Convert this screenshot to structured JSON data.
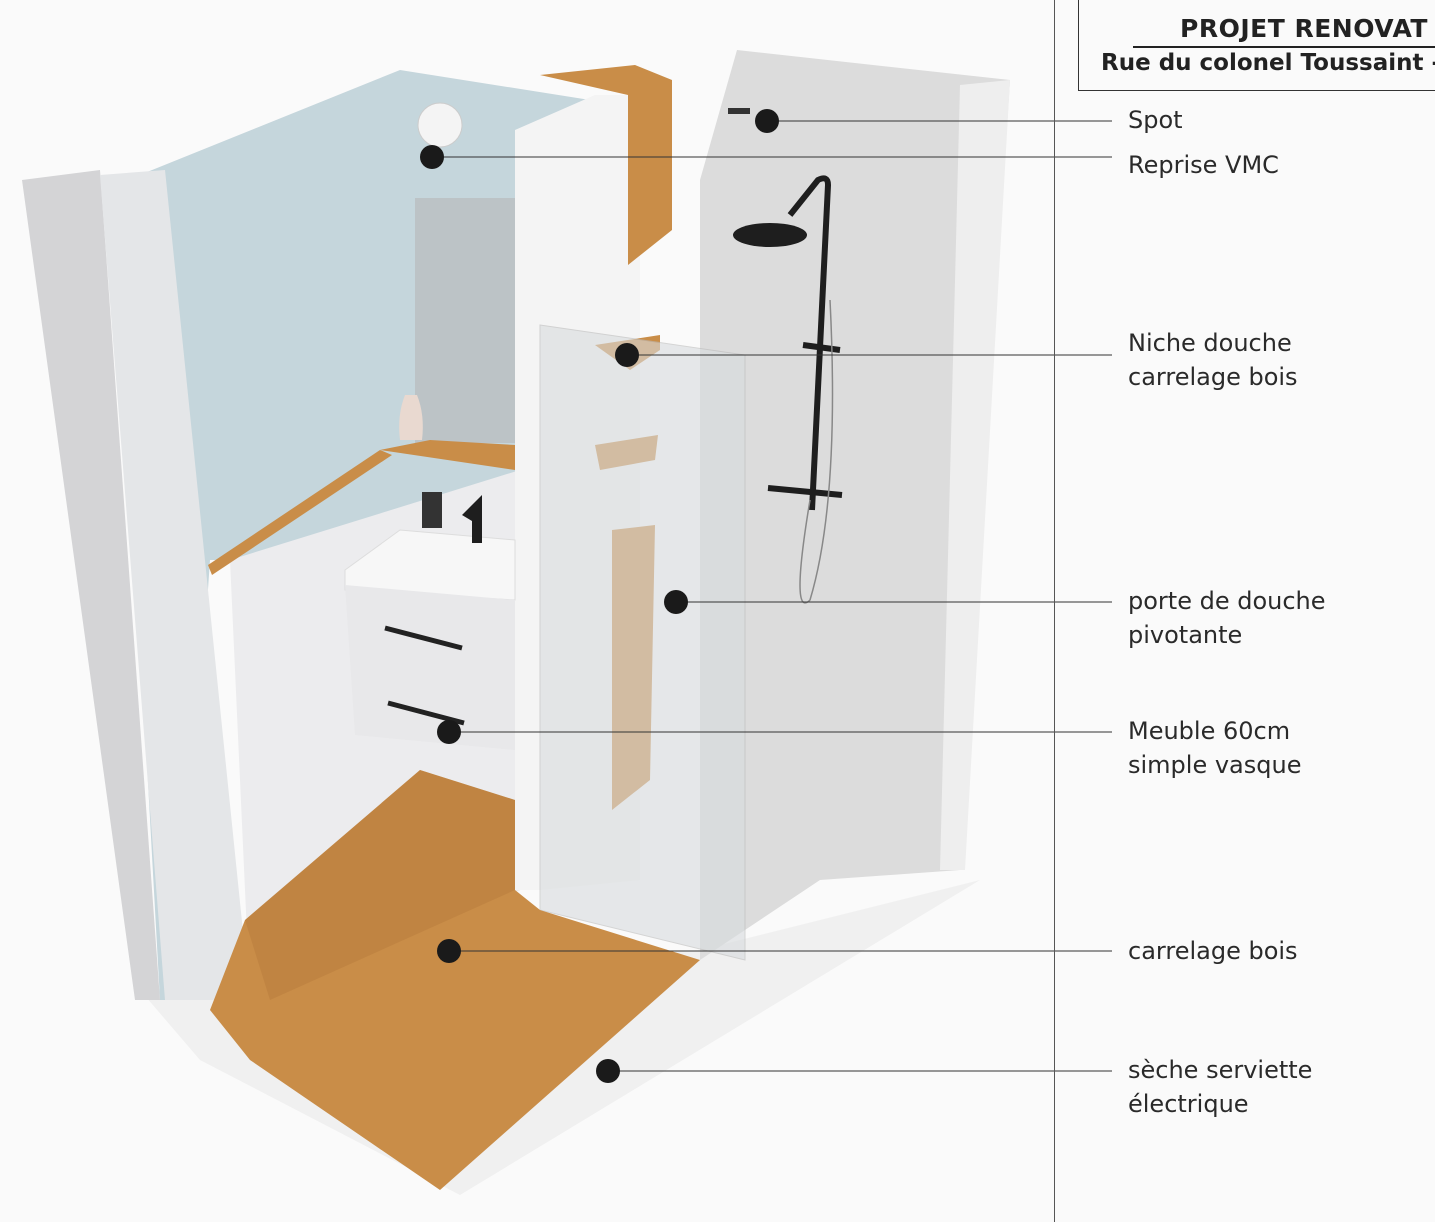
{
  "header": {
    "title": "PROJET RENOVAT",
    "subtitle": "Rue du colonel Toussaint -"
  },
  "callouts": [
    {
      "lines": [
        "Spot"
      ]
    },
    {
      "lines": [
        "Reprise VMC"
      ]
    },
    {
      "lines": [
        "Niche douche",
        "carrelage bois"
      ]
    },
    {
      "lines": [
        "porte de douche",
        "pivotante"
      ]
    },
    {
      "lines": [
        "Meuble 60cm",
        "simple vasque"
      ]
    },
    {
      "lines": [
        "carrelage bois"
      ]
    },
    {
      "lines": [
        "sèche serviette",
        "électrique"
      ]
    }
  ],
  "colors": {
    "wood": "#c98d48",
    "wall": "#e6e6e8",
    "glass": "#c6d6dc",
    "fixture": "#1e1e1e"
  }
}
